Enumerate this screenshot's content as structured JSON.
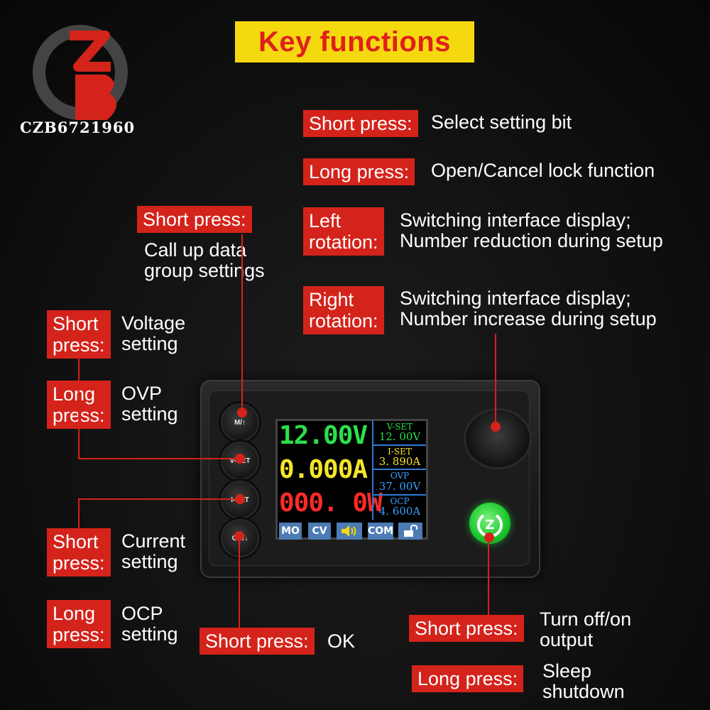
{
  "title": "Key functions",
  "watermark": "CZB6721960",
  "knob_labels": [
    {
      "tag": "Short press:",
      "desc": "Select setting bit"
    },
    {
      "tag": "Long press:",
      "desc": "Open/Cancel lock function"
    },
    {
      "tag_lines": [
        "Left",
        "rotation:"
      ],
      "desc_lines": [
        "Switching interface display;",
        "Number reduction during setup"
      ]
    },
    {
      "tag_lines": [
        "Right",
        "rotation:"
      ],
      "desc_lines": [
        "Switching interface display;",
        "Number increase during setup"
      ]
    }
  ],
  "m_key": {
    "tag": "Short press:",
    "desc_lines": [
      "Call up data",
      "group settings"
    ]
  },
  "vset_key": [
    {
      "tag_lines": [
        "Short",
        "press:"
      ],
      "desc_lines": [
        "Voltage",
        "setting"
      ]
    },
    {
      "tag_lines": [
        "Long",
        "press:"
      ],
      "desc_lines": [
        "OVP",
        "setting"
      ]
    }
  ],
  "iset_key": [
    {
      "tag_lines": [
        "Short",
        "press:"
      ],
      "desc_lines": [
        "Current",
        "setting"
      ]
    },
    {
      "tag_lines": [
        "Long",
        "press:"
      ],
      "desc_lines": [
        "OCP",
        "setting"
      ]
    }
  ],
  "ok_key": {
    "tag": "Short press:",
    "desc": "OK"
  },
  "power_key": [
    {
      "tag": "Short press:",
      "desc_lines": [
        "Turn off/on",
        "output"
      ]
    },
    {
      "tag": "Long press:",
      "desc_lines": [
        "Sleep",
        "shutdown"
      ]
    }
  ],
  "device": {
    "keys": [
      "M/↑",
      "V-SET",
      "I-SET",
      "OK/↓"
    ],
    "screen": {
      "voltage": "12.00V",
      "current": "0.000A",
      "power": "000. 0W",
      "side": [
        {
          "label": "V-SET",
          "value": "12. 00V",
          "color": "#29e04a"
        },
        {
          "label": "I-SET",
          "value": "3. 890A",
          "color": "#f5e52a"
        },
        {
          "label": "OVP",
          "value": "37. 00V",
          "color": "#3aa0ff"
        },
        {
          "label": "OCP",
          "value": "4. 600A",
          "color": "#3aa0ff"
        }
      ],
      "chips": [
        "MO",
        "CV",
        "COM"
      ],
      "colors": {
        "voltage": "#29e04a",
        "current": "#f5e52a",
        "power": "#ff2a2a"
      }
    }
  },
  "colors": {
    "accent_red": "#d4231b",
    "title_bg": "#f5d90f",
    "title_text": "#e0201b"
  }
}
